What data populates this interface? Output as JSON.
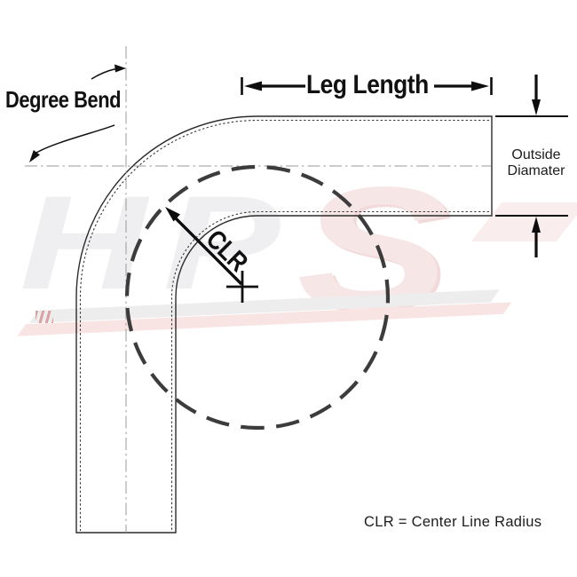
{
  "diagram": {
    "type": "technical-drawing",
    "subject": "90-degree tube bend dimension diagram",
    "labels": {
      "degree_bend": "Degree Bend",
      "leg_length": "Leg Length",
      "clr": "CLR",
      "outside_diameter_line1": "Outside",
      "outside_diameter_line2": "Diamater",
      "footnote": "CLR = Center Line Radius"
    },
    "watermark": {
      "letter_h": "H",
      "letter_p": "P",
      "letter_s": "S"
    },
    "colors": {
      "background": "#ffffff",
      "tube_outline": "#2b2b2b",
      "tube_wall_dotted": "#3a3a3a",
      "centerline": "#999999",
      "clr_circle": "#3c3c3c",
      "arrows": "#0d0d0d",
      "label_text": "#111111",
      "note_text": "#1c1c1c",
      "watermark_gray": "#efeff1",
      "watermark_pink": "#f7e6e6",
      "watermark_band_gray": "#ededee",
      "watermark_band_pink": "#f9e4e4"
    }
  }
}
